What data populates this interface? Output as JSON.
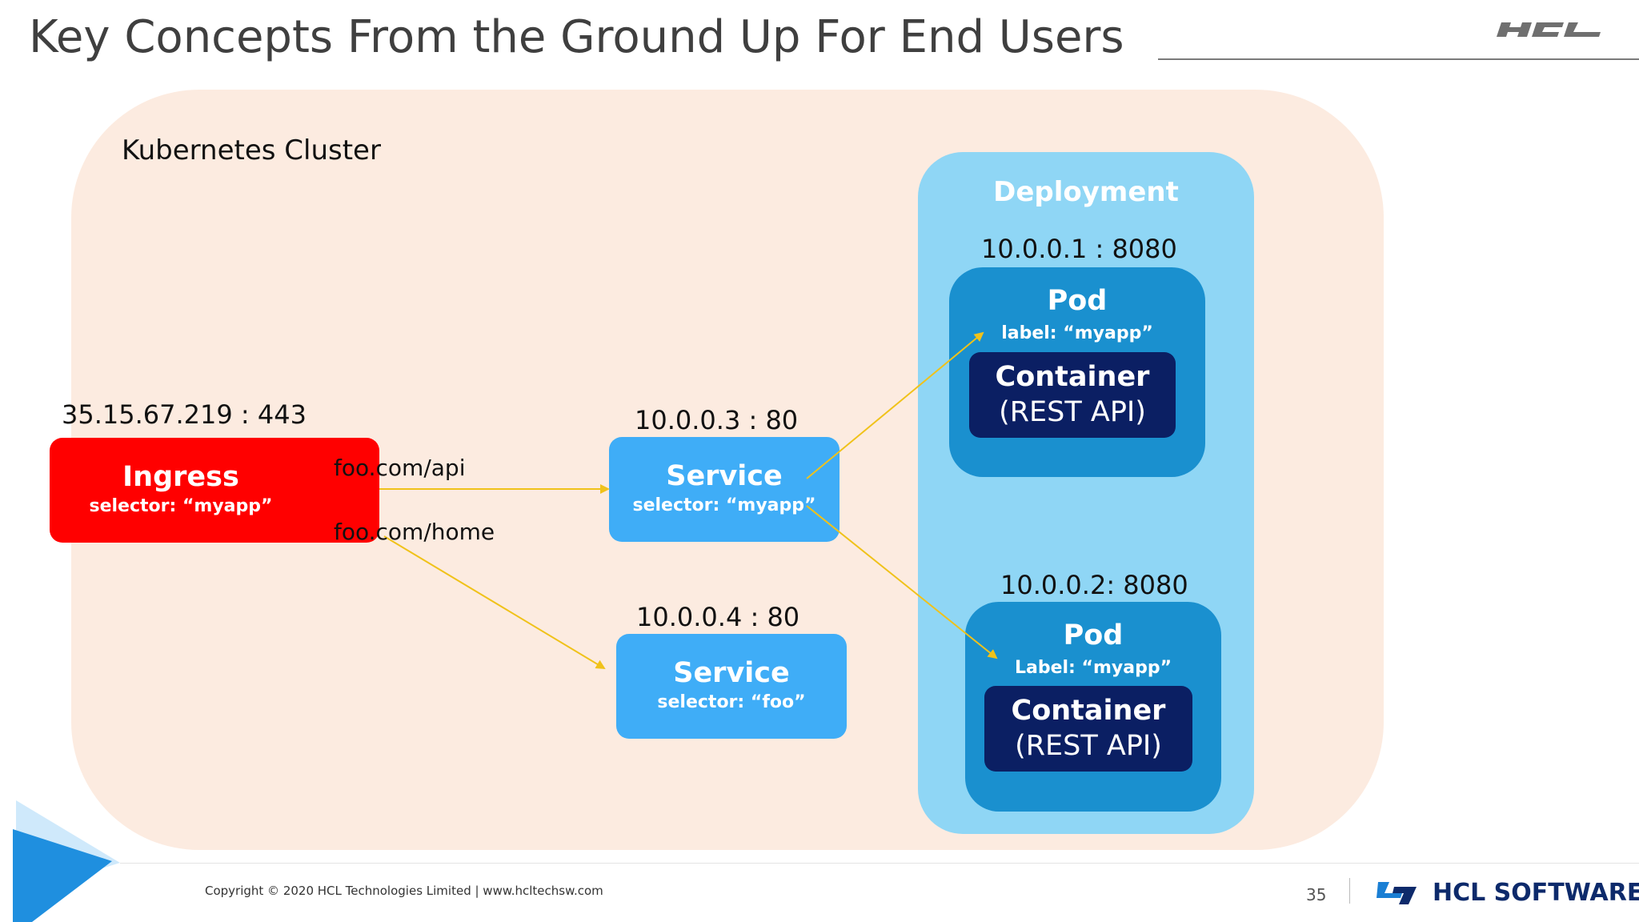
{
  "header": {
    "title": "Key Concepts From the Ground Up For End Users",
    "logo": "HCL"
  },
  "diagram": {
    "cluster_label": "Kubernetes Cluster",
    "deployment_label": "Deployment",
    "ingress": {
      "ip": "35.15.67.219 : 443",
      "name": "Ingress",
      "selector": "selector: “myapp”",
      "path_api": "foo.com/api",
      "path_home": "foo.com/home"
    },
    "service_myapp": {
      "ip": "10.0.0.3 : 80",
      "name": "Service",
      "selector": "selector: “myapp”"
    },
    "service_foo": {
      "ip": "10.0.0.4 : 80",
      "name": "Service",
      "selector": "selector: “foo”"
    },
    "pod1": {
      "ip": "10.0.0.1 : 8080",
      "name": "Pod",
      "label": "label: “myapp”",
      "container_name": "Container",
      "container_sub": "(REST API)"
    },
    "pod2": {
      "ip": "10.0.0.2: 8080",
      "name": "Pod",
      "label": "Label: “myapp”",
      "container_name": "Container",
      "container_sub": "(REST API)"
    },
    "colors": {
      "cluster_bg": "#fcebe0",
      "deployment_bg": "#8fd6f5",
      "ingress": "#ff0000",
      "service": "#3fadf7",
      "pod": "#1a90cf",
      "container": "#0b1f63",
      "arrow": "#f0c21a"
    }
  },
  "footer": {
    "copyright": "Copyright © 2020 HCL Technologies Limited  |  www.hcltechsw.com",
    "page_number": "35",
    "brand": "HCL SOFTWARE"
  }
}
